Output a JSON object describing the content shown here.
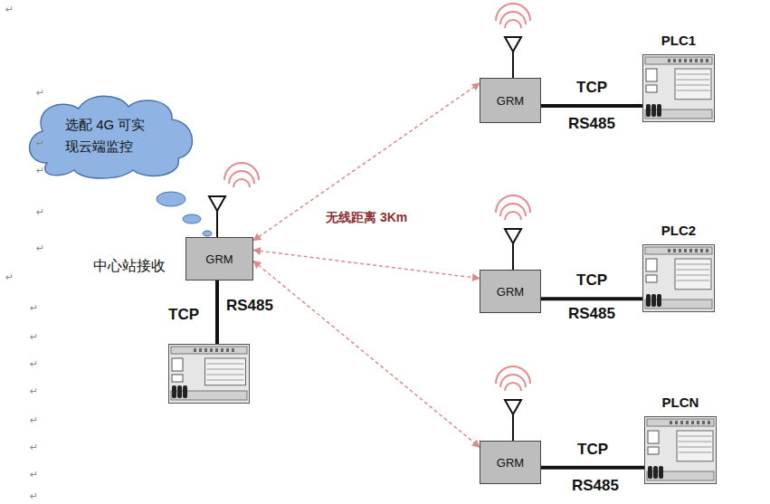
{
  "diagram": {
    "nodes": [
      {
        "text": [
          "选配 4G 可实现云端监控"
        ]
      },
      {
        "text": [
          "GRM"
        ]
      },
      {
        "text": [
          "GRM"
        ]
      },
      {
        "text": [
          "GRM"
        ]
      },
      {
        "text": [
          "GRM"
        ]
      },
      {
        "text": [
          "PLC1"
        ]
      },
      {
        "text": [
          "PLC2"
        ]
      },
      {
        "text": [
          "PLCN"
        ]
      }
    ],
    "edges": [
      {
        "from": 1,
        "to": 2,
        "arrow": "both"
      },
      {
        "from": 1,
        "to": 3,
        "label": "无线距离 3Km",
        "arrow": "both"
      },
      {
        "from": 1,
        "to": 4,
        "arrow": "both"
      },
      {
        "from": 2,
        "to": 5,
        "label": "TCP",
        "arrow": "none"
      },
      {
        "from": 3,
        "to": 6,
        "label": "TCP",
        "arrow": "none"
      },
      {
        "from": 4,
        "to": 7,
        "label": "TCP",
        "arrow": "none"
      }
    ],
    "labels": [
      "中心站接收",
      "TCP",
      "RS485",
      "RS485",
      "RS485",
      "RS485",
      "↵",
      "↵",
      "↵",
      "↵",
      "↵",
      "↵",
      "↵",
      "↵",
      "↵",
      "↵",
      "↵",
      "↵",
      "↵",
      "↵",
      "↵"
    ]
  }
}
